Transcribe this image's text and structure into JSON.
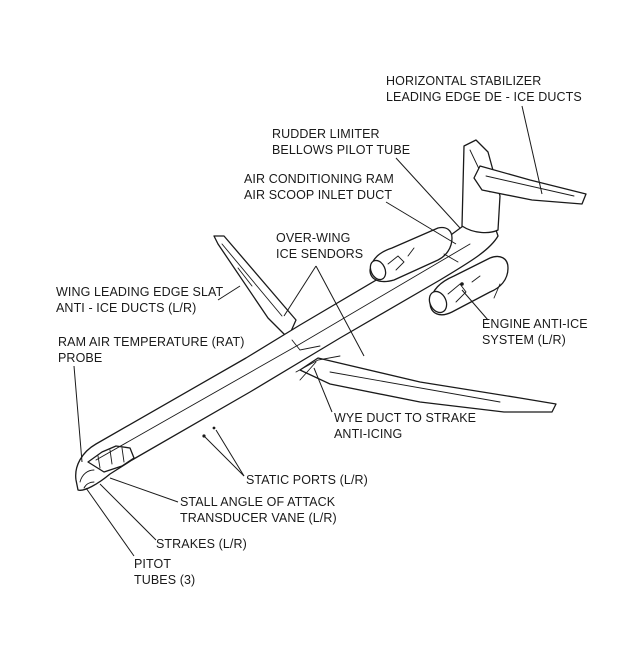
{
  "labels": {
    "hstab_line1": "HORIZONTAL STABILIZER",
    "hstab_line2": "LEADING EDGE DE - ICE DUCTS",
    "rudder_line1": "RUDDER LIMITER",
    "rudder_line2": "BELLOWS PILOT TUBE",
    "aircon_line1": "AIR CONDITIONING RAM",
    "aircon_line2": "AIR SCOOP INLET DUCT",
    "overwing_line1": "OVER-WING",
    "overwing_line2": "ICE SENDORS",
    "slat_line1": "WING LEADING EDGE SLAT",
    "slat_line2": "ANTI - ICE DUCTS (L/R)",
    "rat_line1": "RAM AIR TEMPERATURE (RAT)",
    "rat_line2": "PROBE",
    "engine_line1": "ENGINE ANTI-ICE",
    "engine_line2": "SYSTEM (L/R)",
    "wye_line1": "WYE DUCT TO STRAKE",
    "wye_line2": "ANTI-ICING",
    "static_line1": "STATIC PORTS (L/R)",
    "stall_line1": "STALL ANGLE OF ATTACK",
    "stall_line2": "TRANSDUCER VANE (L/R)",
    "strakes_line1": "STRAKES (L/R)",
    "pitot_line1": "PITOT",
    "pitot_line2": "TUBES (3)"
  }
}
